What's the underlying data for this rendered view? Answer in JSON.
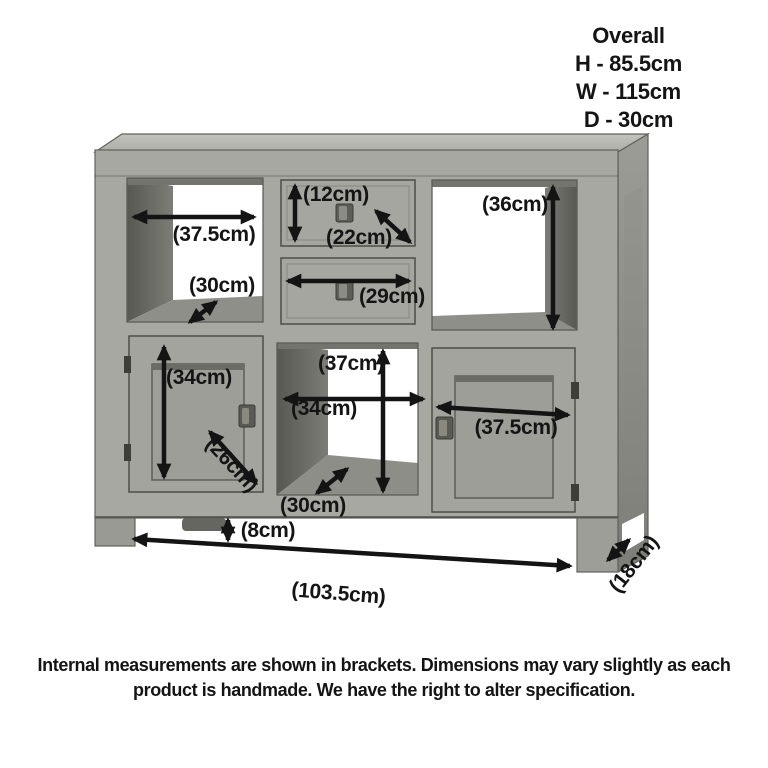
{
  "overall_panel": {
    "title": "Overall",
    "height_line": "H - 85.5cm",
    "width_line": "W - 115cm",
    "depth_line": "D - 30cm"
  },
  "dimension_labels": {
    "left_shelf_width": "(37.5cm)",
    "drawer_height": "(12cm)",
    "drawer_depth": "(22cm)",
    "drawer_width": "(29cm)",
    "right_shelf_height": "(36cm)",
    "left_shelf_depth": "(30cm)",
    "left_door_height": "(34cm)",
    "left_door_diagonal": "(26cm)",
    "middle_opening_height": "(37cm)",
    "middle_opening_width": "(34cm)",
    "right_door_width": "(37.5cm)",
    "middle_opening_depth": "(30cm)",
    "underframe_height": "(8cm)",
    "base_width": "(103.5cm)",
    "leg_depth": "(18cm)"
  },
  "footnote": {
    "line1": "Internal measurements are shown in brackets. Dimensions may vary slightly as each",
    "line2": "product is handmade. We have the right to alter specification."
  },
  "colors": {
    "annotation": "#141414",
    "wood_light": "#bdbdb7",
    "wood_mid": "#a8a8a2",
    "wood_dark": "#8f8f89",
    "interior_shadow": "#686862",
    "background": "#ffffff"
  }
}
